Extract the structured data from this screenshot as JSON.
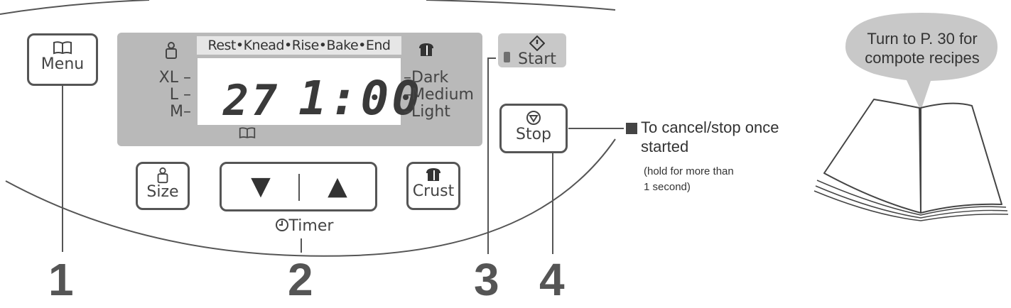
{
  "panel": {
    "menu_label": "Menu",
    "size_label": "Size",
    "crust_label": "Crust",
    "start_label": "Start",
    "stop_label": "Stop",
    "timer_label": "Timer",
    "down_arrow": "▼",
    "up_arrow": "▲",
    "display": {
      "stages": "Rest•Knead•Rise•Bake•End",
      "sizes": [
        "XL",
        "L",
        "M"
      ],
      "crust_levels": [
        "Dark",
        "Medium",
        "Light"
      ],
      "menu_number": "27",
      "time": "1:00"
    }
  },
  "callouts": {
    "numbers": [
      "1",
      "2",
      "3",
      "4"
    ],
    "stop_note_title": "To cancel/stop once",
    "stop_note_title2": "started",
    "stop_note_sub1": "(hold for more than",
    "stop_note_sub2": "1 second)"
  },
  "bubble": {
    "line1": "Turn to P. 30 for",
    "line2": "compote recipes"
  },
  "colors": {
    "panel_gray": "#b9b9b9",
    "start_gray": "#c8c8c8",
    "outline": "#555555"
  }
}
